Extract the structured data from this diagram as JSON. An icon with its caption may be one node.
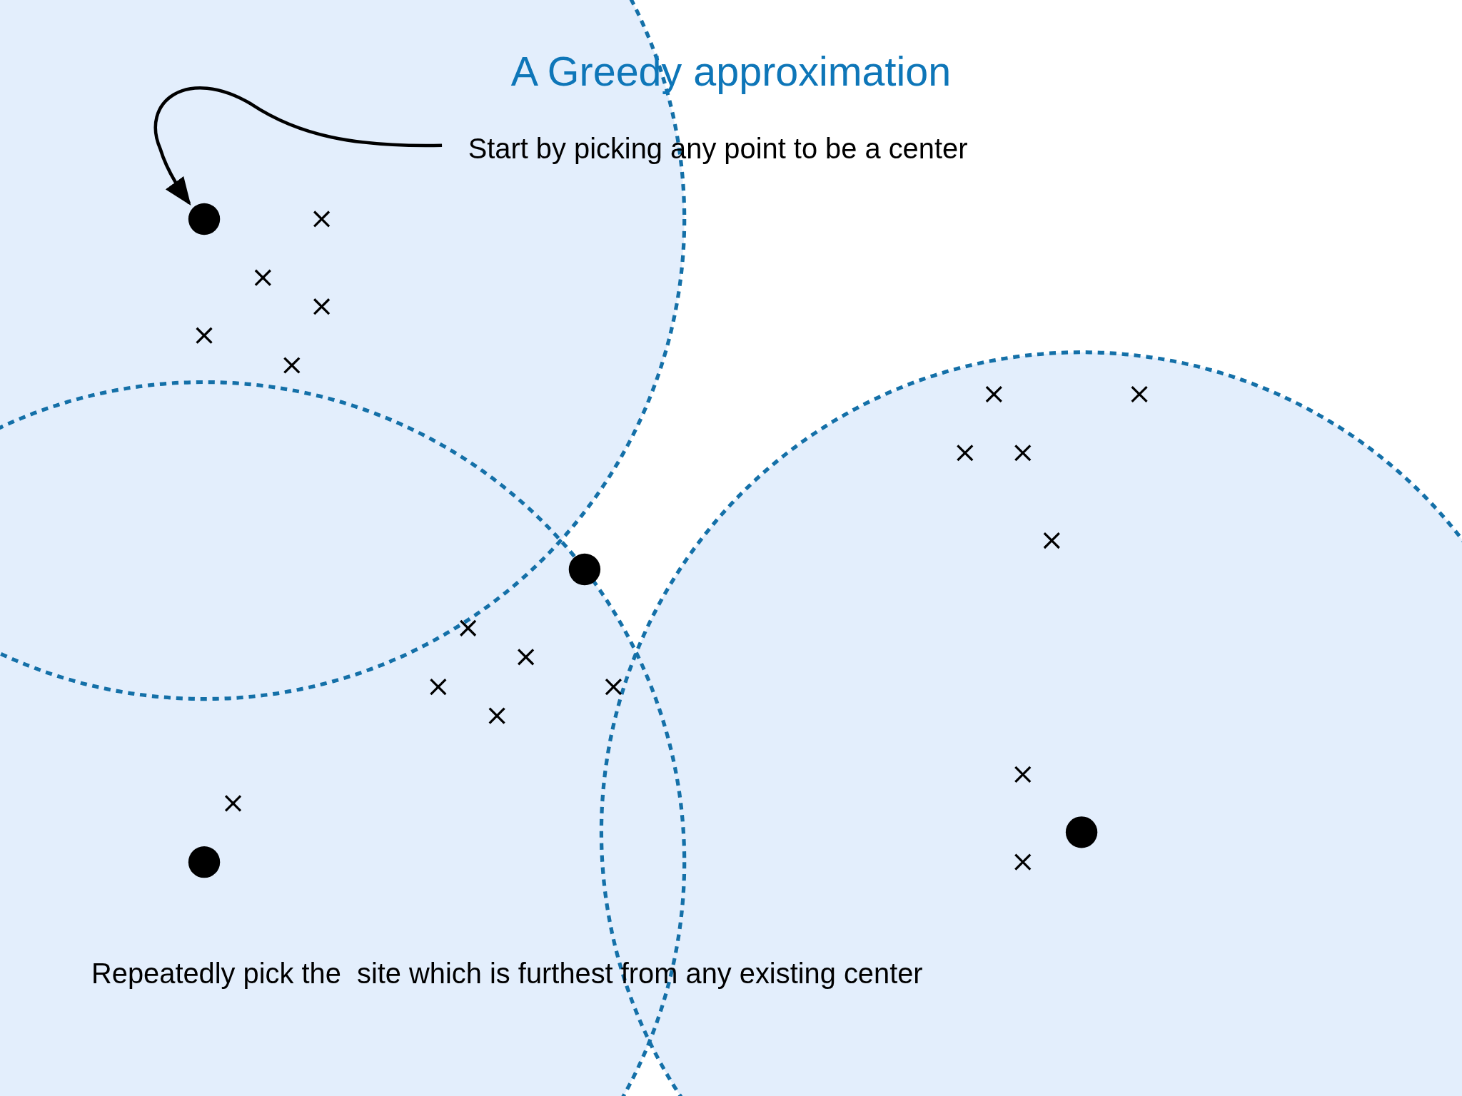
{
  "diagram": {
    "title": "A Greedy approximation",
    "nodes": [
      {
        "text": [
          "Start by picking any point to be a center"
        ]
      },
      {
        "text": [],
        "shape": "circle"
      },
      {
        "text": [],
        "shape": "circle"
      },
      {
        "text": [],
        "shape": "circle"
      },
      {
        "text": [],
        "shape": "circle"
      }
    ],
    "edges": [
      {
        "from": 0,
        "to": 1,
        "arrow": "to"
      }
    ],
    "labels": [
      "Repeatedly pick the  site which is furthest from any existing center"
    ]
  }
}
